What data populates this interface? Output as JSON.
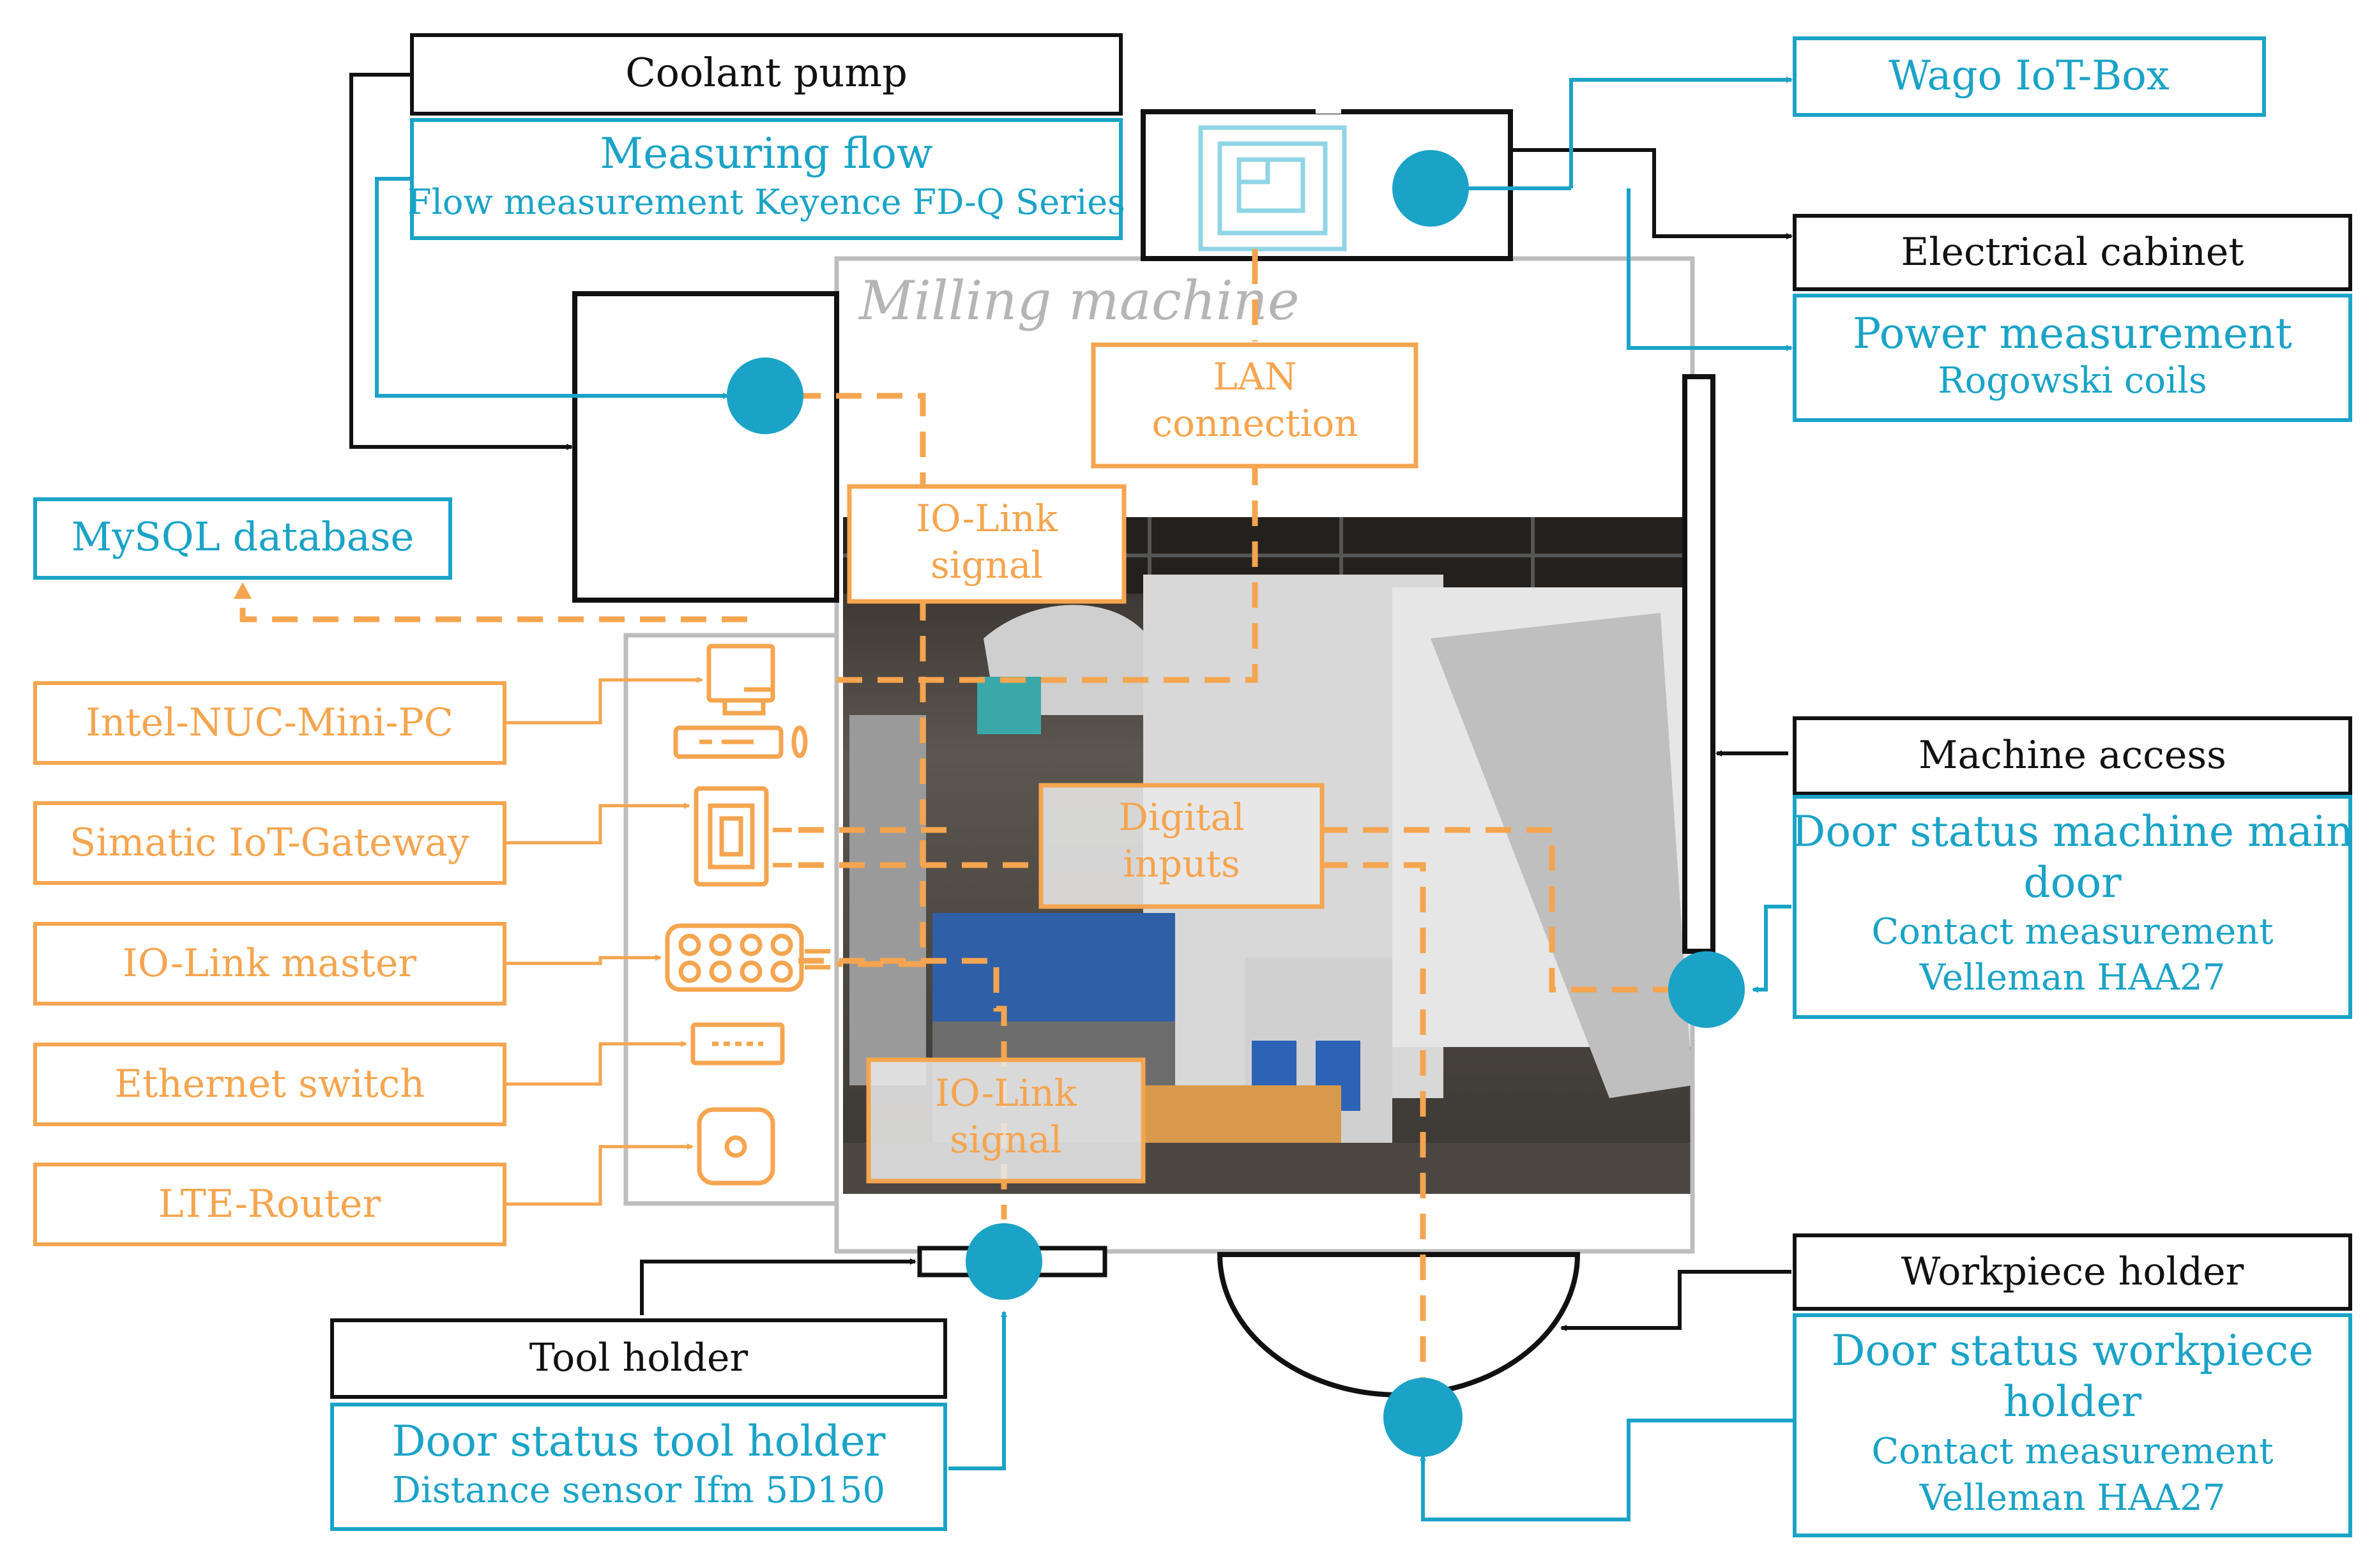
{
  "colors": {
    "black": "#111111",
    "teal": "#1aa3c7",
    "orange": "#f5a54f",
    "grey": "#bdbdbd"
  },
  "coolant": {
    "title": "Coolant pump",
    "sensor_title": "Measuring flow",
    "sensor_detail": "Flow measurement Keyence FD-Q Series"
  },
  "iot_box": {
    "label": "Wago IoT-Box"
  },
  "cabinet": {
    "title": "Electrical cabinet",
    "sensor_title": "Power measurement",
    "sensor_detail": "Rogowski coils"
  },
  "database": {
    "label": "MySQL database"
  },
  "machine": {
    "title": "Milling machine"
  },
  "signals": {
    "lan_1": "LAN",
    "lan_2": "connection",
    "iolink_top_1": "IO-Link",
    "iolink_top_2": "signal",
    "digital_1": "Digital",
    "digital_2": "inputs",
    "iolink_bottom_1": "IO-Link",
    "iolink_bottom_2": "signal"
  },
  "devices": [
    {
      "label": "Intel-NUC-Mini-PC",
      "icon": "mini-pc-icon"
    },
    {
      "label": "Simatic IoT-Gateway",
      "icon": "gateway-icon"
    },
    {
      "label": "IO-Link master",
      "icon": "io-link-master-icon"
    },
    {
      "label": "Ethernet switch",
      "icon": "ethernet-switch-icon"
    },
    {
      "label": "LTE-Router",
      "icon": "lte-router-icon"
    }
  ],
  "machine_access": {
    "title": "Machine access",
    "sensor_line1": "Door status machine main",
    "sensor_line2": "door",
    "detail_line1": "Contact measurement",
    "detail_line2": "Velleman HAA27"
  },
  "workpiece": {
    "title": "Workpiece holder",
    "sensor_line1": "Door status workpiece",
    "sensor_line2": "holder",
    "detail_line1": "Contact measurement",
    "detail_line2": "Velleman HAA27"
  },
  "tool_holder": {
    "title": "Tool holder",
    "sensor_title": "Door status tool holder",
    "sensor_detail": "Distance sensor Ifm 5D150"
  }
}
